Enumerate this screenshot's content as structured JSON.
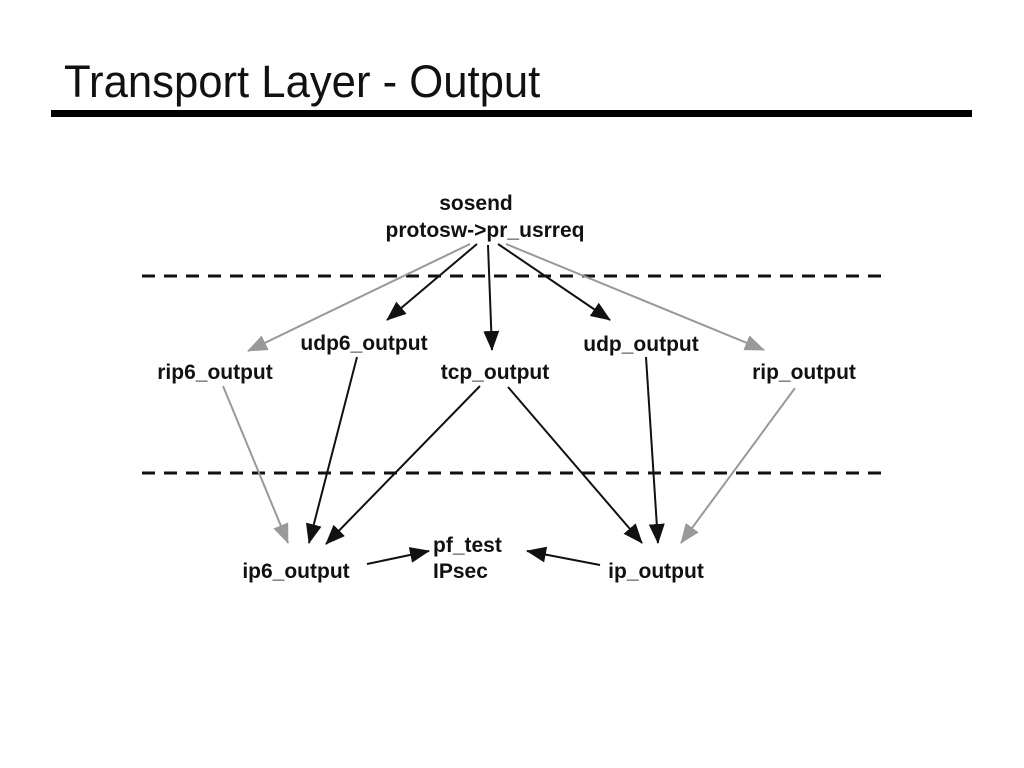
{
  "title": "Transport Layer - Output",
  "colors": {
    "background": "#ffffff",
    "text": "#111111",
    "title_rule": "#000000",
    "edge_black": "#111111",
    "edge_gray": "#999999",
    "layer_boundary": "#111111"
  },
  "diagram": {
    "top_node": {
      "line1": "sosend",
      "line2": "protosw->pr_usrreq"
    },
    "nodes": {
      "rip6_output": "rip6_output",
      "udp6_output": "udp6_output",
      "tcp_output": "tcp_output",
      "udp_output": "udp_output",
      "rip_output": "rip_output",
      "ip6_output": "ip6_output",
      "ip_output": "ip_output"
    },
    "filter_node": {
      "line1": "pf_test",
      "line2": "IPsec"
    },
    "edges": [
      {
        "from": "sosend/protosw->pr_usrreq",
        "to": "rip6_output",
        "style": "gray"
      },
      {
        "from": "sosend/protosw->pr_usrreq",
        "to": "udp6_output",
        "style": "black"
      },
      {
        "from": "sosend/protosw->pr_usrreq",
        "to": "tcp_output",
        "style": "black"
      },
      {
        "from": "sosend/protosw->pr_usrreq",
        "to": "udp_output",
        "style": "black"
      },
      {
        "from": "sosend/protosw->pr_usrreq",
        "to": "rip_output",
        "style": "gray"
      },
      {
        "from": "rip6_output",
        "to": "ip6_output",
        "style": "gray"
      },
      {
        "from": "udp6_output",
        "to": "ip6_output",
        "style": "black"
      },
      {
        "from": "tcp_output",
        "to": "ip6_output",
        "style": "black"
      },
      {
        "from": "tcp_output",
        "to": "ip_output",
        "style": "black"
      },
      {
        "from": "udp_output",
        "to": "ip_output",
        "style": "black"
      },
      {
        "from": "rip_output",
        "to": "ip_output",
        "style": "gray"
      },
      {
        "from": "ip6_output",
        "to": "pf_test/IPsec",
        "style": "black"
      },
      {
        "from": "ip_output",
        "to": "pf_test/IPsec",
        "style": "black"
      }
    ],
    "layer_boundaries": 2
  }
}
